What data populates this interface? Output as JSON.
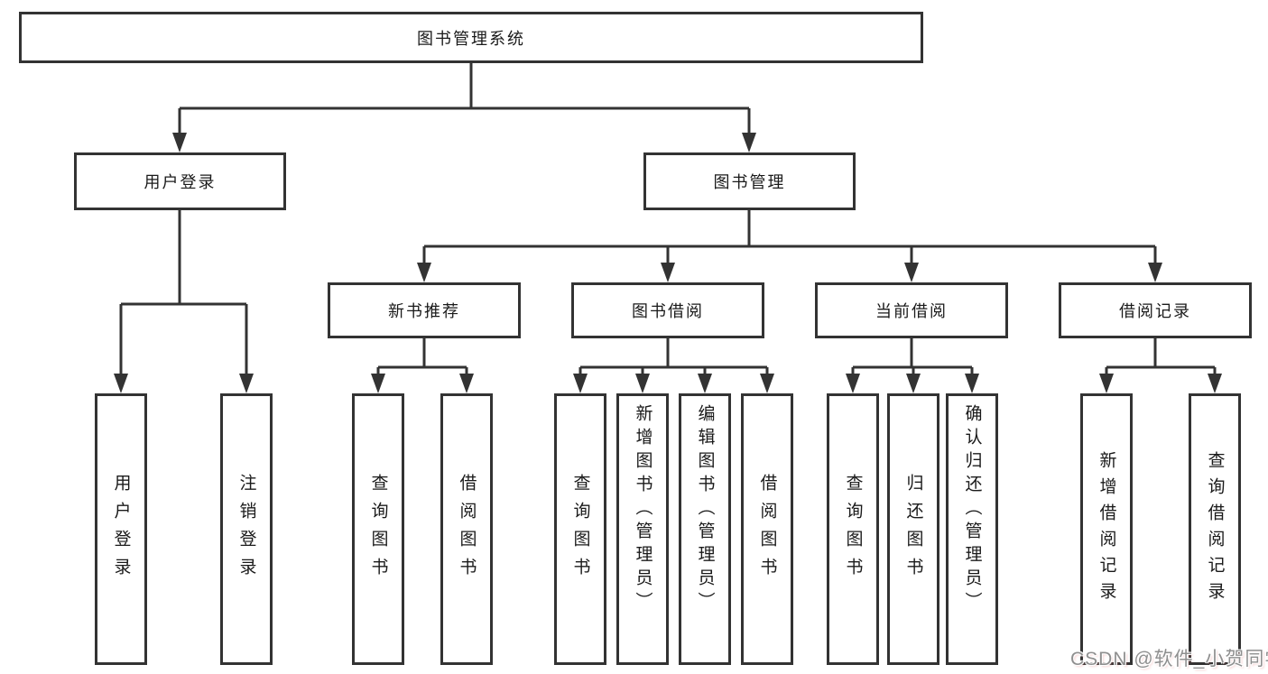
{
  "diagram": {
    "title": "图书管理系统",
    "level2": {
      "user_login": "用户登录",
      "book_mgmt": "图书管理"
    },
    "level3": {
      "new_book_rec": "新书推荐",
      "book_borrow": "图书借阅",
      "current_borrow": "当前借阅",
      "borrow_records": "借阅记录"
    },
    "leaves": {
      "user_login": [
        "用户登录",
        "注销登录"
      ],
      "new_book_rec": [
        "查询图书",
        "借阅图书"
      ],
      "book_borrow": [
        "查询图书",
        "新增图书（管理员）",
        "编辑图书（管理员）",
        "借阅图书"
      ],
      "current_borrow": [
        "查询图书",
        "归还图书",
        "确认归还（管理员）"
      ],
      "borrow_records": [
        "新增借阅记录",
        "查询借阅记录"
      ]
    }
  },
  "watermark": "CSDN @软件_小贺同学",
  "colors": {
    "line": "#333333",
    "border": "#333333",
    "text": "#1a1a1a",
    "background": "#ffffff",
    "watermark_gray": "#8f8f8f"
  }
}
